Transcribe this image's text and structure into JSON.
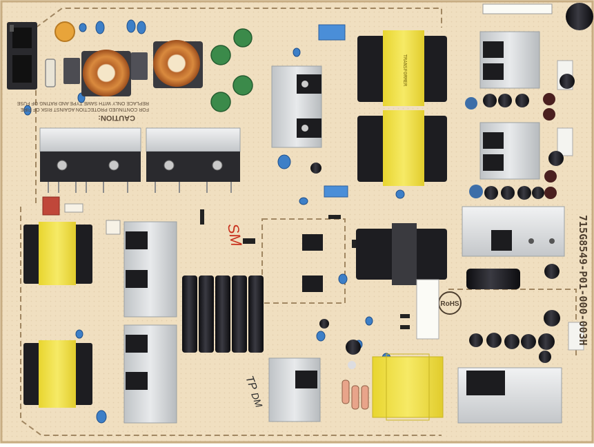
{
  "board": {
    "part_number": "715G8549-P01-000-003H",
    "rohs_mark": "RoHS",
    "caution_title": "CAUTION:",
    "caution_line1": "FOR CONTINUED PROTECTION AGAINST RISK OF FIRE",
    "caution_line2": "REPLACE ONLY WITH SAME TYPE AND RATING OF FUSE",
    "handwritten_marks": [
      "SM",
      "TP",
      "DM"
    ],
    "colors": {
      "pcb": "#ecd9b8",
      "pcb_shadow": "#d9c19a",
      "silkscreen": "#6b5a45",
      "heatsink": "#d5d7d9",
      "transformer_yellow": "#f0e24a",
      "capacitor_black": "#1e1e22",
      "capacitor_blue": "#3d7fc7",
      "varistor_green": "#3b8a4a",
      "copper": "#c8782e",
      "handwriting_red": "#c8321e"
    }
  }
}
